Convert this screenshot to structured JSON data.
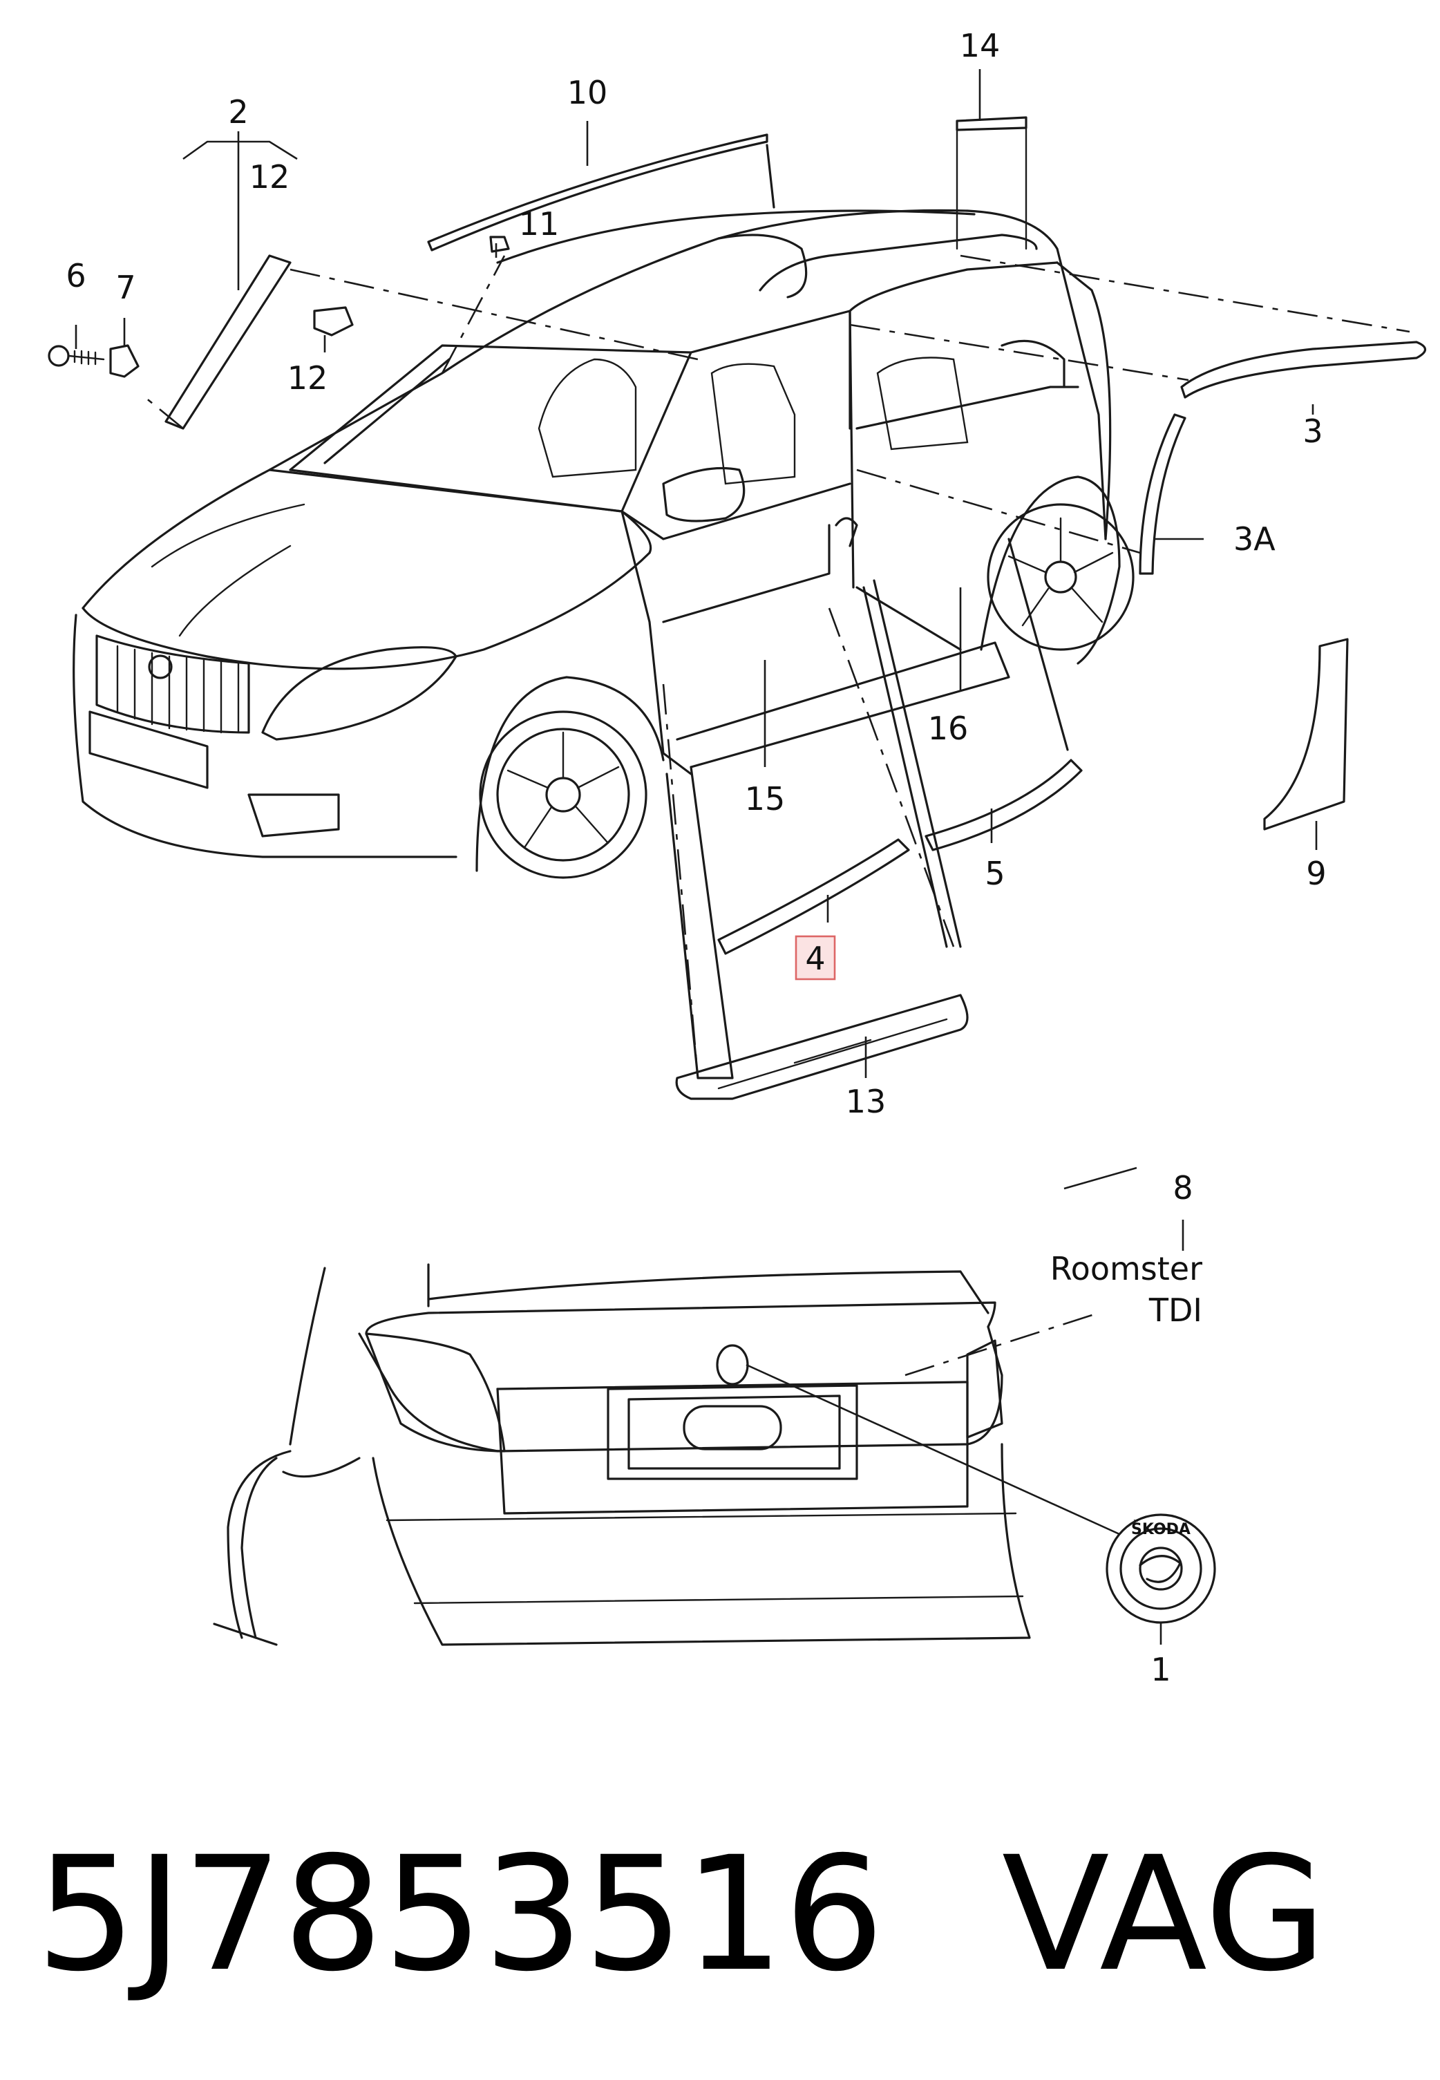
{
  "diagram": {
    "callouts": {
      "c1": "1",
      "c2": "2",
      "c3": "3",
      "c3a": "3A",
      "c4": "4",
      "c5": "5",
      "c6": "6",
      "c7": "7",
      "c8": "8",
      "c9": "9",
      "c10": "10",
      "c11": "11",
      "c12a": "12",
      "c12b": "12",
      "c13": "13",
      "c14": "14",
      "c15": "15",
      "c16": "16"
    },
    "highlighted_callout": "4",
    "badge_model": "Roomster",
    "badge_engine": "TDI",
    "emblem_text": "ŠKODA"
  },
  "footer": {
    "part_number": "5J7853516",
    "brand": "VAG"
  },
  "colors": {
    "line": "#1a1a1a",
    "highlight_fill": "#fbe3e3",
    "highlight_stroke": "#dd6666"
  }
}
